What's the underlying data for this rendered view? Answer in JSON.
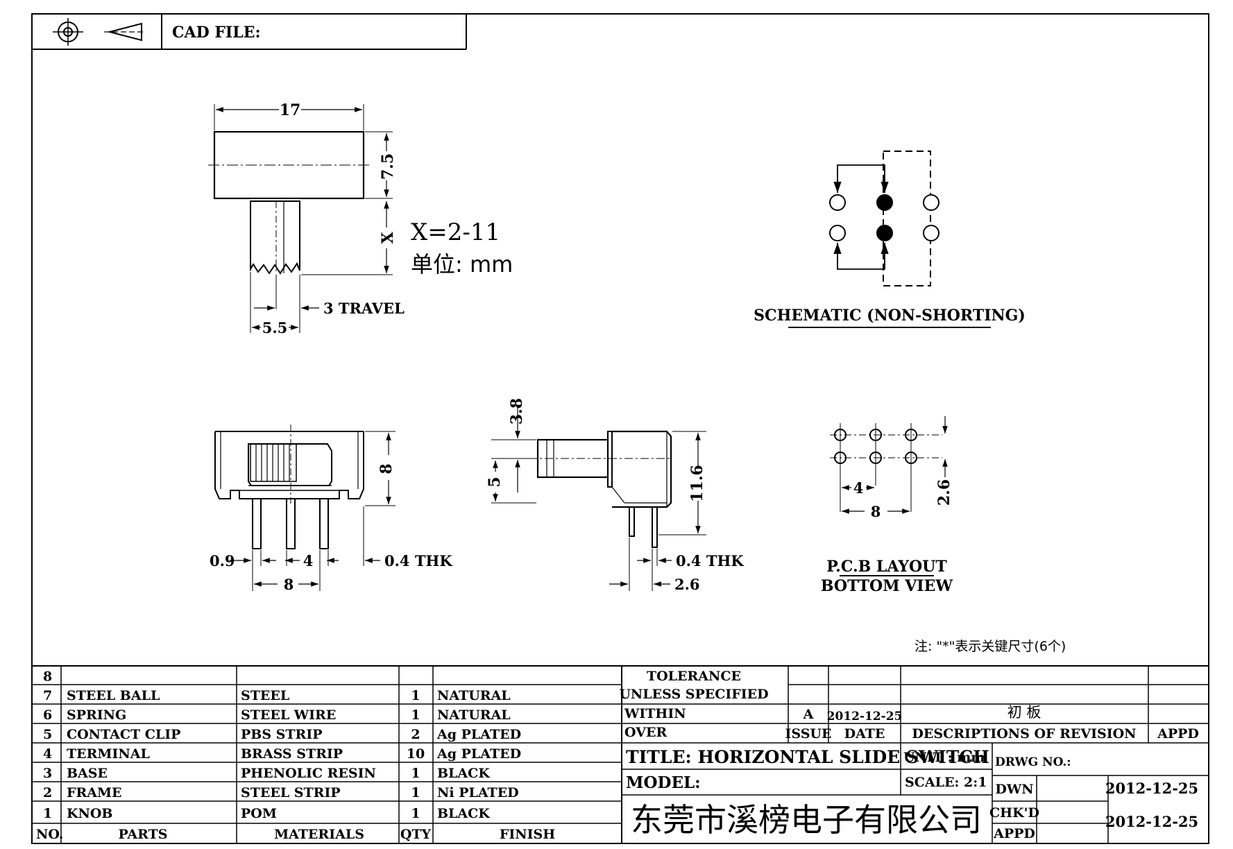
{
  "header": {
    "cad_file_label": "CAD FILE:"
  },
  "top_view": {
    "dim_width": "17",
    "dim_height": "7.5",
    "dim_x": "X",
    "x_range": "X=2-11",
    "unit_note": "单位: mm",
    "dim_travel": "3 TRAVEL",
    "dim_knob": "5.5"
  },
  "schematic": {
    "title": "SCHEMATIC (NON-SHORTING)"
  },
  "front_view": {
    "dim_height": "8",
    "dim_pin": "0.9",
    "dim_pitch": "4",
    "dim_thk": "0.4 THK",
    "dim_span": "8"
  },
  "side_view": {
    "dim_knob_h": "3.8",
    "dim_knob_w": "5",
    "dim_height": "11.6",
    "dim_thk": "0.4 THK",
    "dim_pin": "2.6"
  },
  "pcb": {
    "dim_pitch": "4",
    "dim_span": "8",
    "dim_row": "2.6",
    "title_1": "P.C.B LAYOUT",
    "title_2": "BOTTOM VIEW"
  },
  "note": "注: \"*\"表示关键尺寸(6个)",
  "bom": {
    "headers": {
      "no": "NO.",
      "parts": "PARTS",
      "materials": "MATERIALS",
      "qty": "QTY",
      "finish": "FINISH"
    },
    "rows": [
      {
        "no": "8",
        "part": "",
        "material": "",
        "qty": "",
        "finish": ""
      },
      {
        "no": "7",
        "part": "STEEL BALL",
        "material": "STEEL",
        "qty": "1",
        "finish": "NATURAL"
      },
      {
        "no": "6",
        "part": "SPRING",
        "material": "STEEL WIRE",
        "qty": "1",
        "finish": "NATURAL"
      },
      {
        "no": "5",
        "part": "CONTACT CLIP",
        "material": "PBS STRIP",
        "qty": "2",
        "finish": "Ag PLATED"
      },
      {
        "no": "4",
        "part": "TERMINAL",
        "material": "BRASS STRIP",
        "qty": "10",
        "finish": "Ag PLATED"
      },
      {
        "no": "3",
        "part": "BASE",
        "material": "PHENOLIC RESIN",
        "qty": "1",
        "finish": "BLACK"
      },
      {
        "no": "2",
        "part": "FRAME",
        "material": "STEEL STRIP",
        "qty": "1",
        "finish": "Ni PLATED"
      },
      {
        "no": "1",
        "part": "KNOB",
        "material": "POM",
        "qty": "1",
        "finish": "BLACK"
      }
    ]
  },
  "title_block": {
    "tolerance_1": "TOLERANCE",
    "tolerance_2": "UNLESS   SPECIFIED",
    "within": "WITHIN",
    "over": "OVER",
    "rev_issue": "A",
    "rev_date": "2012-12-25",
    "rev_desc": "初 板",
    "issue_label": "ISSUE",
    "date_label": "DATE",
    "desc_label": "DESCRIPTIONS OF REVISION",
    "appd_label": "APPD",
    "title": "TITLE: HORIZONTAL SLIDE SWITCH",
    "unit": "UNIT : mm",
    "drwg_no": "DRWG NO.:",
    "model": "MODEL:",
    "scale": "SCALE: 2:1",
    "dwn_label": "DWN",
    "dwn_date": "2012-12-25",
    "company": "东莞市溪榜电子有限公司",
    "chkd_label": "CHK'D",
    "appd2_label": "APPD",
    "chkd_date": "2012-12-25"
  }
}
